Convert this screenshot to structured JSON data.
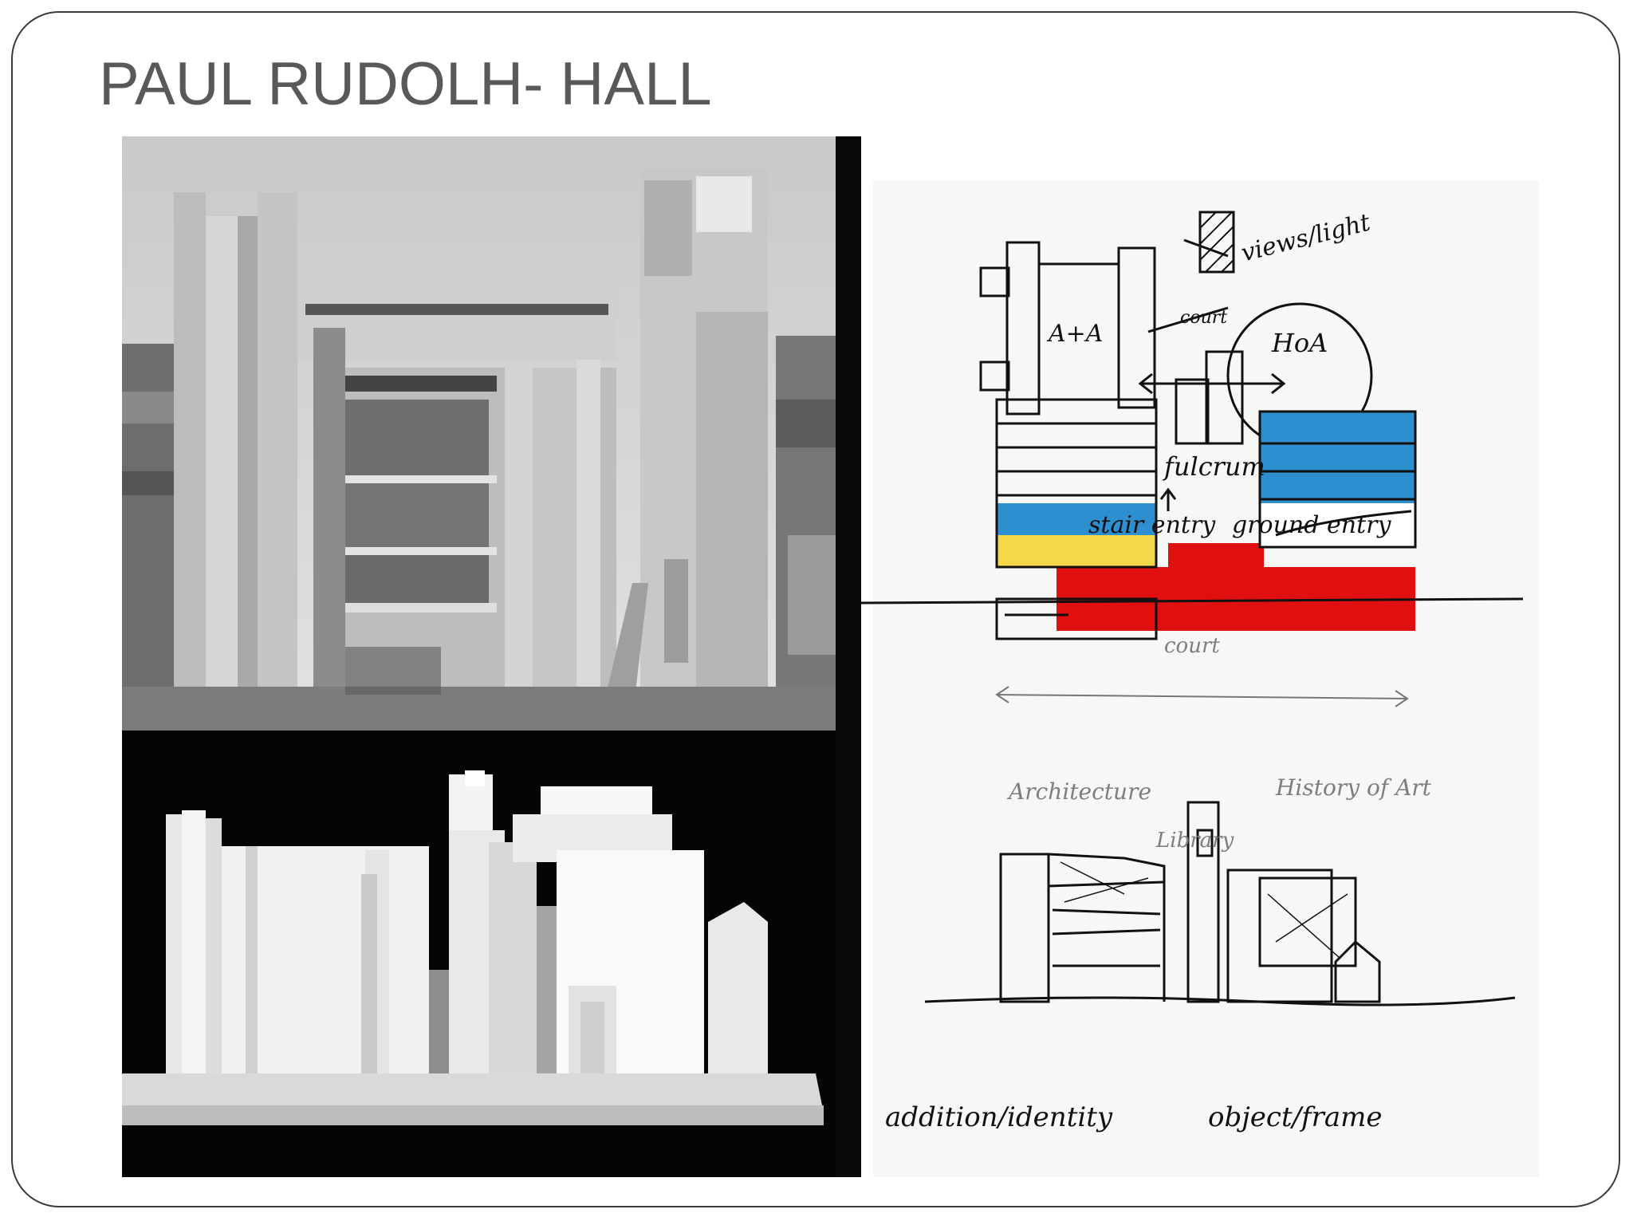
{
  "slide": {
    "title": "PAUL RUDOLH- HALL"
  },
  "sketch": {
    "plan_labels": {
      "aa": "A+A",
      "hoa": "HoA",
      "court": "court",
      "views_light": "views/light",
      "fulcrum": "fulcrum",
      "stair_entry": "stair entry",
      "ground_entry": "ground entry"
    },
    "section_labels": {
      "court": "court",
      "architecture": "Architecture",
      "history_of_art": "History of Art",
      "library": "Library"
    },
    "elevation_labels": {
      "addition_identity": "addition/identity",
      "object_frame": "object/frame"
    },
    "colors": {
      "red": "#e01010",
      "blue": "#2e8fd0",
      "yellow": "#f5d84a"
    }
  }
}
